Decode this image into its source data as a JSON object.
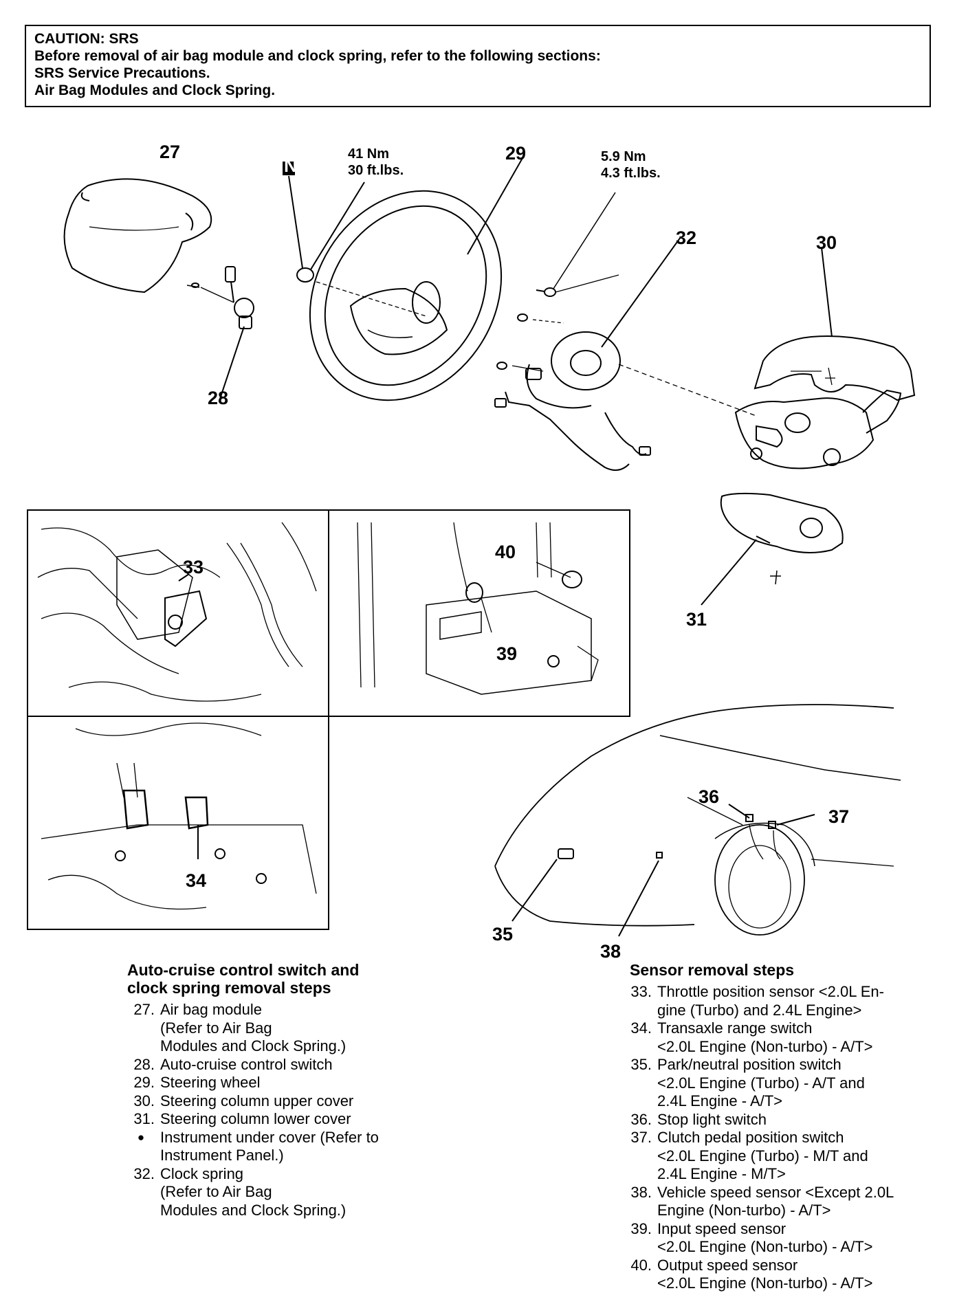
{
  "caution": {
    "lines": [
      "CAUTION: SRS",
      "Before removal of air bag module and clock spring, refer to the following sections:",
      "SRS Service Precautions.",
      "Air Bag Modules and Clock Spring."
    ]
  },
  "callouts": {
    "n27": "27",
    "n28": "28",
    "n29": "29",
    "n30": "30",
    "n31": "31",
    "n32": "32",
    "n33": "33",
    "n34": "34",
    "n35": "35",
    "n36": "36",
    "n37": "37",
    "n38": "38",
    "n39": "39",
    "n40": "40",
    "n_mark": "N"
  },
  "torque": {
    "nut_nm": "41 Nm",
    "nut_ftlbs": "30 ft.lbs.",
    "bolt_nm": "5.9 Nm",
    "bolt_ftlbs": "4.3 ft.lbs."
  },
  "left_steps": {
    "title_line1": "Auto-cruise control switch and",
    "title_line2": "clock spring removal steps",
    "items": [
      {
        "num": "27.",
        "text": "Air bag module\n(Refer to Air Bag\nModules and Clock Spring.)"
      },
      {
        "num": "28.",
        "text": "Auto-cruise control switch"
      },
      {
        "num": "29.",
        "text": "Steering wheel"
      },
      {
        "num": "30.",
        "text": "Steering column upper cover"
      },
      {
        "num": "31.",
        "text": "Steering column lower cover"
      },
      {
        "num": "●",
        "text": "Instrument under cover (Refer to\nInstrument Panel.)"
      },
      {
        "num": "32.",
        "text": "Clock spring\n(Refer to Air Bag\nModules and Clock Spring.)"
      }
    ]
  },
  "right_steps": {
    "title": "Sensor removal steps",
    "items": [
      {
        "num": "33.",
        "text": "Throttle position sensor <2.0L En-\ngine (Turbo) and 2.4L Engine>"
      },
      {
        "num": "34.",
        "text": "Transaxle range switch\n<2.0L Engine (Non-turbo) - A/T>"
      },
      {
        "num": "35.",
        "text": "Park/neutral position switch\n<2.0L Engine (Turbo) - A/T and\n2.4L Engine - A/T>"
      },
      {
        "num": "36.",
        "text": "Stop light switch"
      },
      {
        "num": "37.",
        "text": "Clutch pedal position switch\n<2.0L Engine (Turbo) - M/T and\n2.4L Engine - M/T>"
      },
      {
        "num": "38.",
        "text": "Vehicle speed sensor <Except 2.0L\nEngine (Non-turbo) - A/T>"
      },
      {
        "num": "39.",
        "text": "Input speed sensor\n<2.0L Engine (Non-turbo) - A/T>"
      },
      {
        "num": "40.",
        "text": "Output speed sensor\n<2.0L Engine (Non-turbo) - A/T>"
      }
    ]
  }
}
